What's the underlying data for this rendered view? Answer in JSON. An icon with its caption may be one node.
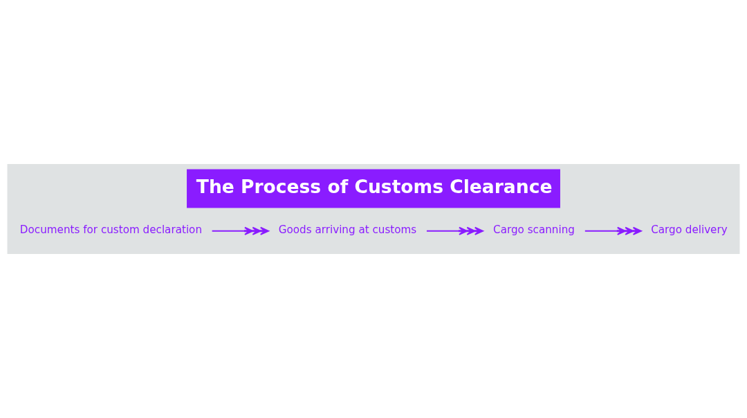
{
  "diagram": {
    "title": "The Process of Customs Clearance",
    "nodes": [
      {
        "text": [
          "Documents for custom declaration"
        ]
      },
      {
        "text": [
          "Goods arriving at customs"
        ]
      },
      {
        "text": [
          "Cargo scanning"
        ]
      },
      {
        "text": [
          "Cargo delivery"
        ]
      }
    ],
    "edges": [
      {
        "from": 0,
        "to": 1,
        "arrow": "to"
      },
      {
        "from": 1,
        "to": 2,
        "arrow": "to"
      },
      {
        "from": 2,
        "to": 3,
        "arrow": "to"
      }
    ]
  }
}
